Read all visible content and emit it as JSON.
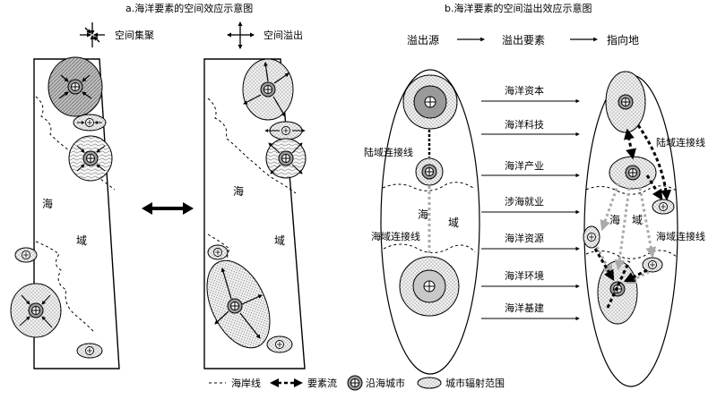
{
  "panel_a": {
    "title": "a.海洋要素的空间效应示意图",
    "agglomeration_label": "空间集聚",
    "spillover_label": "空间溢出",
    "sea_char_1": "海",
    "sea_char_2": "域"
  },
  "panel_b": {
    "title": "b.海洋要素的空间溢出效应示意图",
    "header_source": "溢出源",
    "header_elements": "溢出要素",
    "header_target": "指向地",
    "elements": [
      "海洋资本",
      "海洋科技",
      "海洋产业",
      "涉海就业",
      "海洋资源",
      "海洋环境",
      "海洋基建"
    ],
    "land_link_label_left": "陆域连接线",
    "land_link_label_right": "陆域连接线",
    "sea_link_label_left": "海域连接线",
    "sea_link_label_right": "海域连接线",
    "sea_char_1": "海",
    "sea_char_2": "域"
  },
  "legend": {
    "coastline": "海岸线",
    "element_flow": "要素流",
    "coastal_city": "沿海城市",
    "radiation_range": "城市辐射范围"
  }
}
